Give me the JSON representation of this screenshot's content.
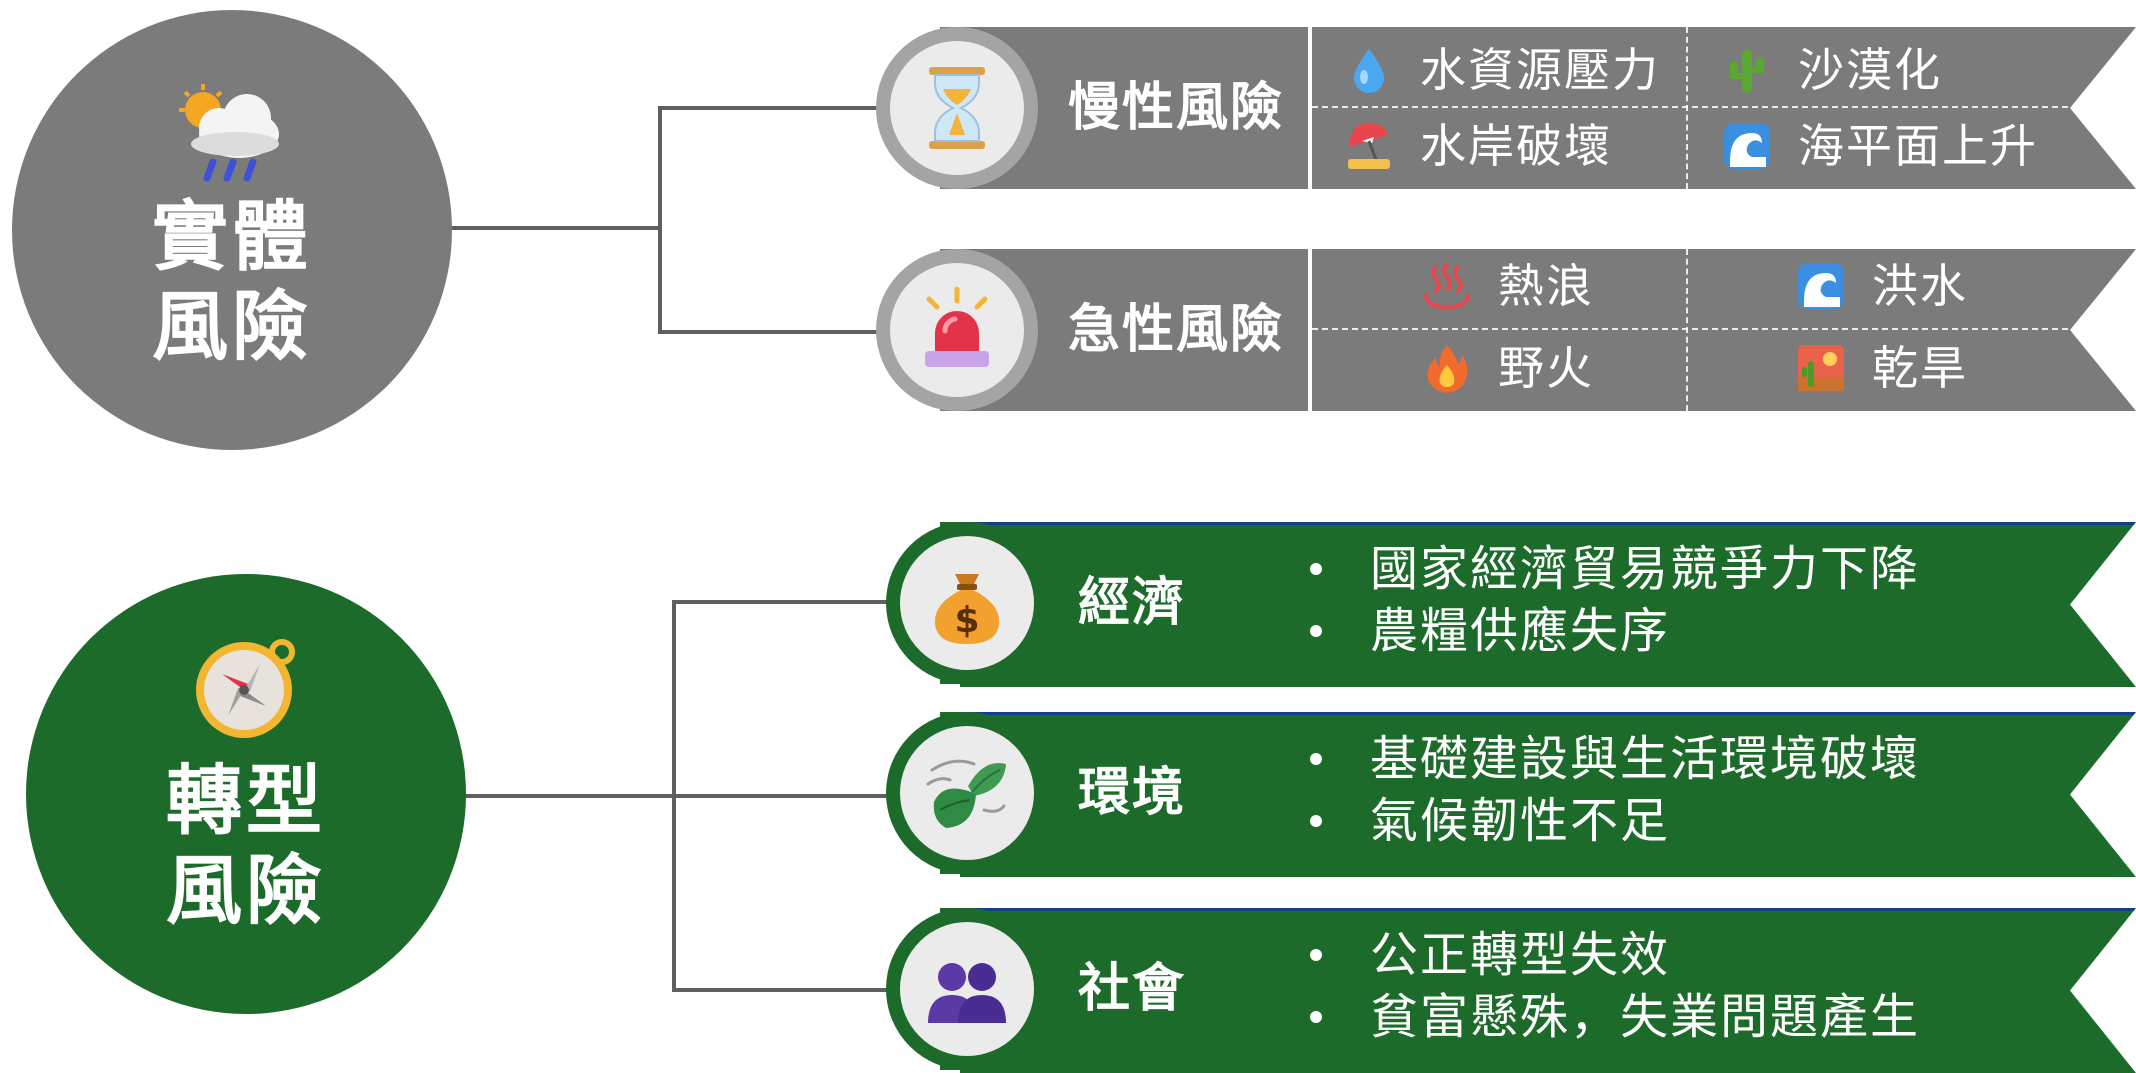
{
  "physical": {
    "title_line1": "實體",
    "title_line2": "風險",
    "icon": "sun-behind-rain-cloud-icon",
    "color": "#7b7b7b",
    "groups": [
      {
        "label": "慢性風險",
        "icon": "hourglass-icon",
        "items": [
          {
            "label": "水資源壓力",
            "icon": "droplet-icon"
          },
          {
            "label": "沙漠化",
            "icon": "cactus-icon"
          },
          {
            "label": "水岸破壞",
            "icon": "beach-umbrella-icon"
          },
          {
            "label": "海平面上升",
            "icon": "water-wave-icon"
          }
        ]
      },
      {
        "label": "急性風險",
        "icon": "police-light-icon",
        "items": [
          {
            "label": "熱浪",
            "icon": "hot-springs-icon"
          },
          {
            "label": "洪水",
            "icon": "water-wave-icon"
          },
          {
            "label": "野火",
            "icon": "fire-icon"
          },
          {
            "label": "乾旱",
            "icon": "desert-icon"
          }
        ]
      }
    ]
  },
  "transition": {
    "title_line1": "轉型",
    "title_line2": "風險",
    "icon": "compass-icon",
    "color": "#1d6b2a",
    "groups": [
      {
        "label": "經濟",
        "icon": "money-bag-icon",
        "bullets": [
          "國家經濟貿易競爭力下降",
          "農糧供應失序"
        ]
      },
      {
        "label": "環境",
        "icon": "leaf-fluttering-icon",
        "bullets": [
          "基礎建設與生活環境破壞",
          "氣候韌性不足"
        ]
      },
      {
        "label": "社會",
        "icon": "busts-in-silhouette-icon",
        "bullets": [
          "公正轉型失效",
          "貧富懸殊，失業問題產生"
        ]
      }
    ]
  }
}
